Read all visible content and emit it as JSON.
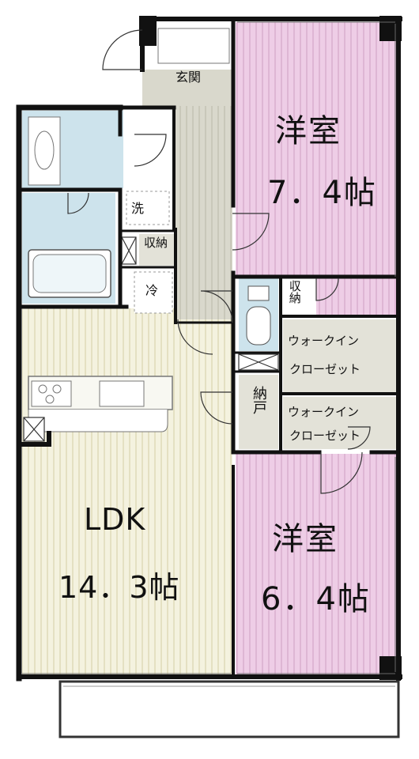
{
  "colors": {
    "bedroom_pink": "#eecde6",
    "ldk_cream": "#f3f1dc",
    "bath_blue": "#cde3ec",
    "hall_gray": "#d9d8cc",
    "storage_gray": "#e3e2d8",
    "wall": "#111111",
    "stripe_pink": "#d7a9cc",
    "stripe_cream": "#e0dcbf"
  },
  "rooms": {
    "genkan": "玄関",
    "bedroom1_name": "洋室",
    "bedroom1_size": "7．4帖",
    "bedroom2_name": "洋室",
    "bedroom2_size": "6．4帖",
    "ldk_name": "LDK",
    "ldk_size": "14．3帖",
    "wash": "洗",
    "fridge": "冷",
    "storage1": "収納",
    "storage2": "収納",
    "nando": "納戸",
    "wic1_line1": "ウォークイン",
    "wic1_line2": "クローゼット",
    "wic2_line1": "ウォークイン",
    "wic2_line2": "クローゼット"
  }
}
